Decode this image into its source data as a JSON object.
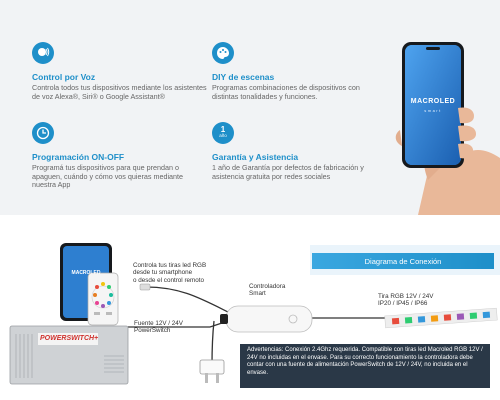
{
  "features": [
    {
      "title": "Control por Voz",
      "desc": "Controla todos tus dispositivos mediante los asistentes de voz Alexa®, Siri® o Google Assistant®",
      "icon": "voice-icon"
    },
    {
      "title": "DIY de escenas",
      "desc": "Programas combinaciones de dispositivos con distintas tonalidades y funciones.",
      "icon": "palette-icon"
    },
    {
      "title": "Programación ON-OFF",
      "desc": "Programá tus dispositivos para que prendan o apaguen, cuándo y cómo vos quieras mediante nuestra App",
      "icon": "clock-icon"
    },
    {
      "title": "Garantía y Asistencia",
      "desc": "1 año de Garantía por defectos de fabricación y asistencia gratuita por redes sociales",
      "icon": "warranty-icon",
      "badge_num": "1",
      "badge_unit": "año"
    }
  ],
  "phone": {
    "brand": "MACROLED",
    "sub": "smart"
  },
  "diagram": {
    "title": "Diagrama de  Conexión",
    "remote_note": [
      "Controla tus tiras led RGB",
      "desde tu smartphone",
      "o desde el control remoto"
    ],
    "controller_label": [
      "Controladora",
      "Smart"
    ],
    "power_label": [
      "Fuente 12V / 24V",
      "PowerSwitch"
    ],
    "strip_label": [
      "Tira RGB 12V / 24V",
      "IP20 / IP45 / IP66"
    ],
    "phone_brand": "MACROLED",
    "psu_brand": "POWERSWITCH+",
    "warning": "Advertencias: Conexión 2.4Ghz requerida. Compatible con tiras led Macroled RGB 12V / 24V no incluidas en el envase. Para su correcto funcionamiento la controladora debe contar con una fuente de alimentación PowerSwitch de 12V / 24V, no incluida en el envase."
  },
  "colors": {
    "accent": "#1e8fc9",
    "dark": "#2a3847",
    "bg": "#f1f3f5"
  }
}
